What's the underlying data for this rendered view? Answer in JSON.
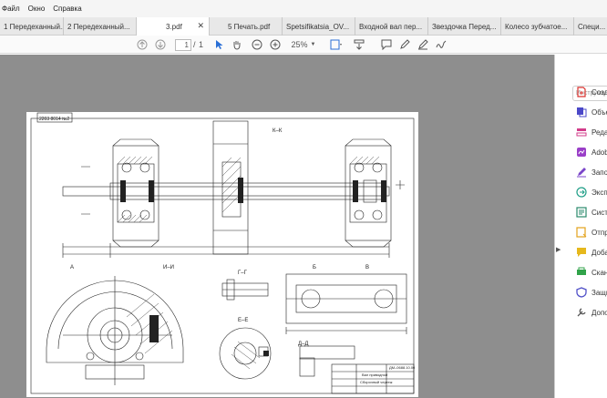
{
  "menu": [
    "Файл",
    "Окно",
    "Справка"
  ],
  "tabs": [
    {
      "label": "1 Передеханный..."
    },
    {
      "label": "2 Передеханный..."
    },
    {
      "label": "3.pdf",
      "active": true
    },
    {
      "label": "5 Печать.pdf"
    },
    {
      "label": "Spetsifikatsia_OV..."
    },
    {
      "label": "Входной вал пер..."
    },
    {
      "label": "Звездочка Перед..."
    },
    {
      "label": "Колесо зубчатое..."
    },
    {
      "label": "Специ..."
    }
  ],
  "toolbar": {
    "page_current": "1",
    "page_sep": "/",
    "page_total": "1",
    "zoom": "25%"
  },
  "drawing": {
    "stamp": "2203 8014 №2",
    "section_kk": "К–К",
    "section_ii": "И–И",
    "section_gg": "Г–Г",
    "section_ee": "Е–Е",
    "section_dd": "Д–Д",
    "label_a": "А",
    "label_b": "Б",
    "label_v": "В",
    "title": "Вал приводной",
    "subtitle": "Сборочный чертеж",
    "code": "ДМ–0688.10.00"
  },
  "right_panel": {
    "search_placeholder": "Инструменты",
    "tools": [
      {
        "label": "Созд",
        "icon": "create-pdf-icon",
        "color": "#d9322e"
      },
      {
        "label": "Объе",
        "icon": "combine-files-icon",
        "color": "#4b48c8"
      },
      {
        "label": "Реда",
        "icon": "edit-pdf-icon",
        "color": "#d23b8a"
      },
      {
        "label": "Adob",
        "icon": "adobe-sign-icon",
        "color": "#9a3fc8"
      },
      {
        "label": "Запо",
        "icon": "fill-sign-icon",
        "color": "#7b46c9"
      },
      {
        "label": "Эксп",
        "icon": "export-pdf-icon",
        "color": "#1f9e87"
      },
      {
        "label": "Сист",
        "icon": "scan-system-icon",
        "color": "#2a8a6b"
      },
      {
        "label": "Отпр",
        "icon": "send-comments-icon",
        "color": "#e3a21b"
      },
      {
        "label": "Доба",
        "icon": "comment-icon",
        "color": "#e6b81c"
      },
      {
        "label": "Скан",
        "icon": "scan-icon",
        "color": "#31a34a"
      },
      {
        "label": "Защи",
        "icon": "protect-icon",
        "color": "#5050c8"
      },
      {
        "label": "Допо",
        "icon": "more-tools-icon",
        "color": "#555555"
      }
    ]
  }
}
